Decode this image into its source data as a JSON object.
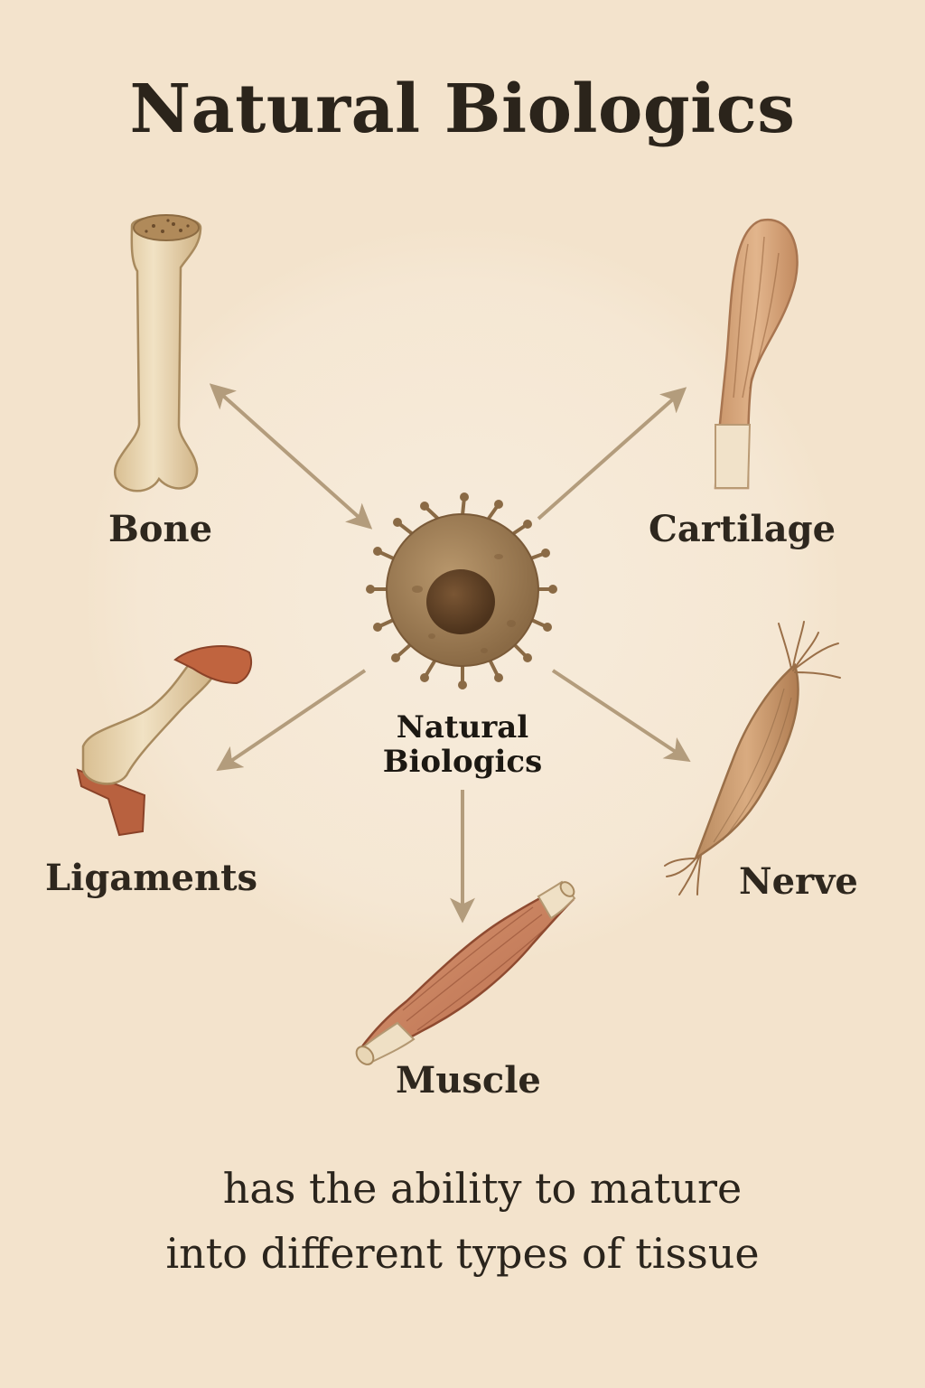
{
  "title": "Natural Biologics",
  "center": {
    "label_line1": "Natural",
    "label_line2": "Biologics"
  },
  "tissues": {
    "bone": "Bone",
    "cartilage": "Cartilage",
    "ligaments": "Ligaments",
    "nerve": "Nerve",
    "muscle": "Muscle"
  },
  "caption": {
    "line1": "has the ability to mature",
    "line2": "into different types of tissue"
  },
  "colors": {
    "background": "#f3e3cc",
    "halo": "#f6ead8",
    "arrow": "#b39c7c",
    "cell": "#9a7a55",
    "nucleus": "#5e4126",
    "bone": "#ead7b4",
    "muscle": "#c47e5a",
    "text": "#2a241c"
  }
}
